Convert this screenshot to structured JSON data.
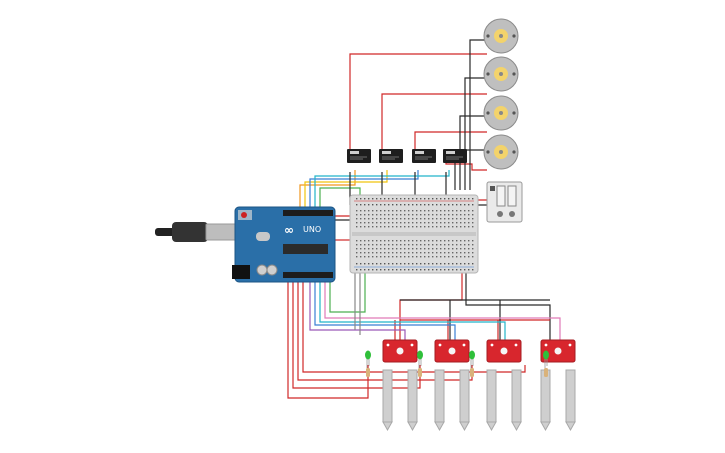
{
  "board": {
    "label": "UNO",
    "colors": {
      "pcb": "#2a6fa8",
      "header": "#1d1d1d",
      "chip": "#2b2b2b"
    }
  },
  "relays": {
    "count": 4,
    "label": "Relay"
  },
  "motors": {
    "count": 4
  },
  "sensors": {
    "count": 4,
    "pcb_color": "#d8262d",
    "probe_color": "#cfcfcf",
    "led_color": "#2fbf3a"
  },
  "breadboard": {
    "color": "#d9d9d9"
  },
  "power_module": {
    "label": ""
  },
  "wire_colors": {
    "red": "#d02828",
    "black": "#2a2a2a",
    "orange": "#f0961e",
    "yellow": "#f1c40f",
    "green": "#4caf50",
    "blue": "#3a7fd4",
    "cyan": "#22b5c9",
    "purple": "#9b59b6",
    "pink": "#e07ab8",
    "gray": "#888888"
  }
}
